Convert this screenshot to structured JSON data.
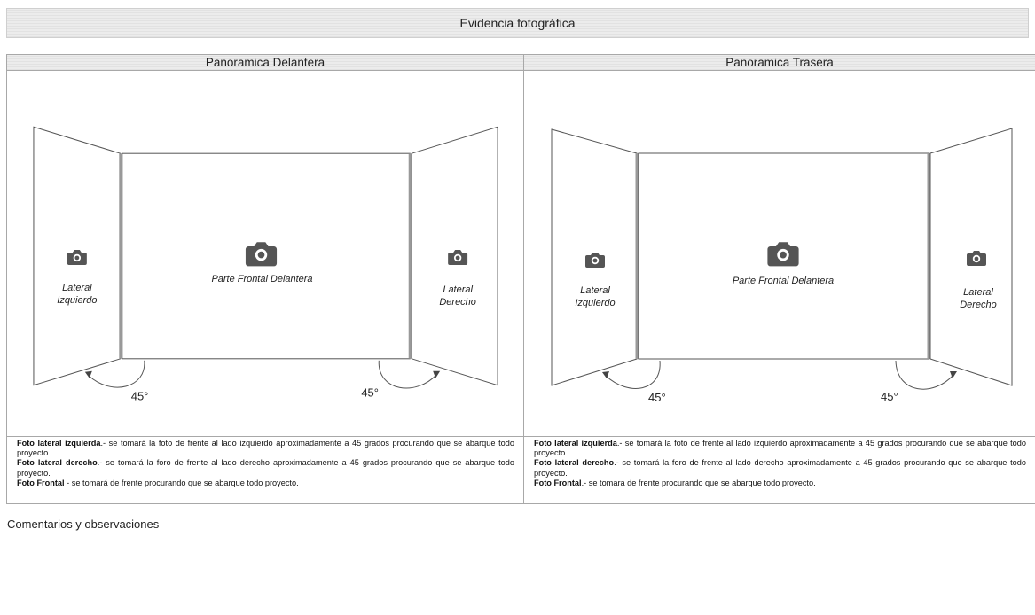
{
  "header": {
    "title": "Evidencia fotográfica"
  },
  "panels": [
    {
      "title": "Panoramica Delantera",
      "left_label_line1": "Lateral",
      "left_label_line2": "Izquierdo",
      "center_label": "Parte Frontal Delantera",
      "right_label_line1": "Lateral",
      "right_label_line2": "Derecho",
      "left_angle": "45°",
      "right_angle": "45°",
      "icons": [
        "camera-icon",
        "camera-icon",
        "camera-icon"
      ],
      "notes": [
        {
          "term": "Foto lateral izquierda",
          "text": ".- se tomará la foto de frente al lado izquierdo aproximadamente a 45 grados procurando que se abarque todo proyecto."
        },
        {
          "term": "Foto lateral derecho",
          "text": ".- se tomará la foro de frente al lado derecho aproximadamente a 45 grados procurando que se abarque todo proyecto."
        },
        {
          "term": "Foto Frontal",
          "text": " - se tomará de frente procurando que se abarque todo proyecto."
        }
      ]
    },
    {
      "title": "Panoramica Trasera",
      "left_label_line1": "Lateral",
      "left_label_line2": "Izquierdo",
      "center_label": "Parte Frontal Delantera",
      "right_label_line1": "Lateral",
      "right_label_line2": "Derecho",
      "left_angle": "45°",
      "right_angle": "45°",
      "icons": [
        "camera-icon",
        "camera-icon",
        "camera-icon"
      ],
      "notes": [
        {
          "term": "Foto lateral izquierda",
          "text": ".- se tomará la foto de frente al lado izquierdo aproximadamente a 45 grados procurando que se abarque todo proyecto."
        },
        {
          "term": "Foto lateral derecho",
          "text": ".- se tomará la foro de frente al lado derecho aproximadamente a 45 grados procurando que se abarque todo proyecto."
        },
        {
          "term": "Foto Frontal",
          "text": ".- se tomara de frente procurando que se abarque todo proyecto."
        }
      ]
    }
  ],
  "comments": {
    "label": "Comentarios y observaciones",
    "value": ""
  },
  "colors": {
    "header_bg": "#ececec",
    "border": "#a8a8a8",
    "camera": "#555555"
  }
}
